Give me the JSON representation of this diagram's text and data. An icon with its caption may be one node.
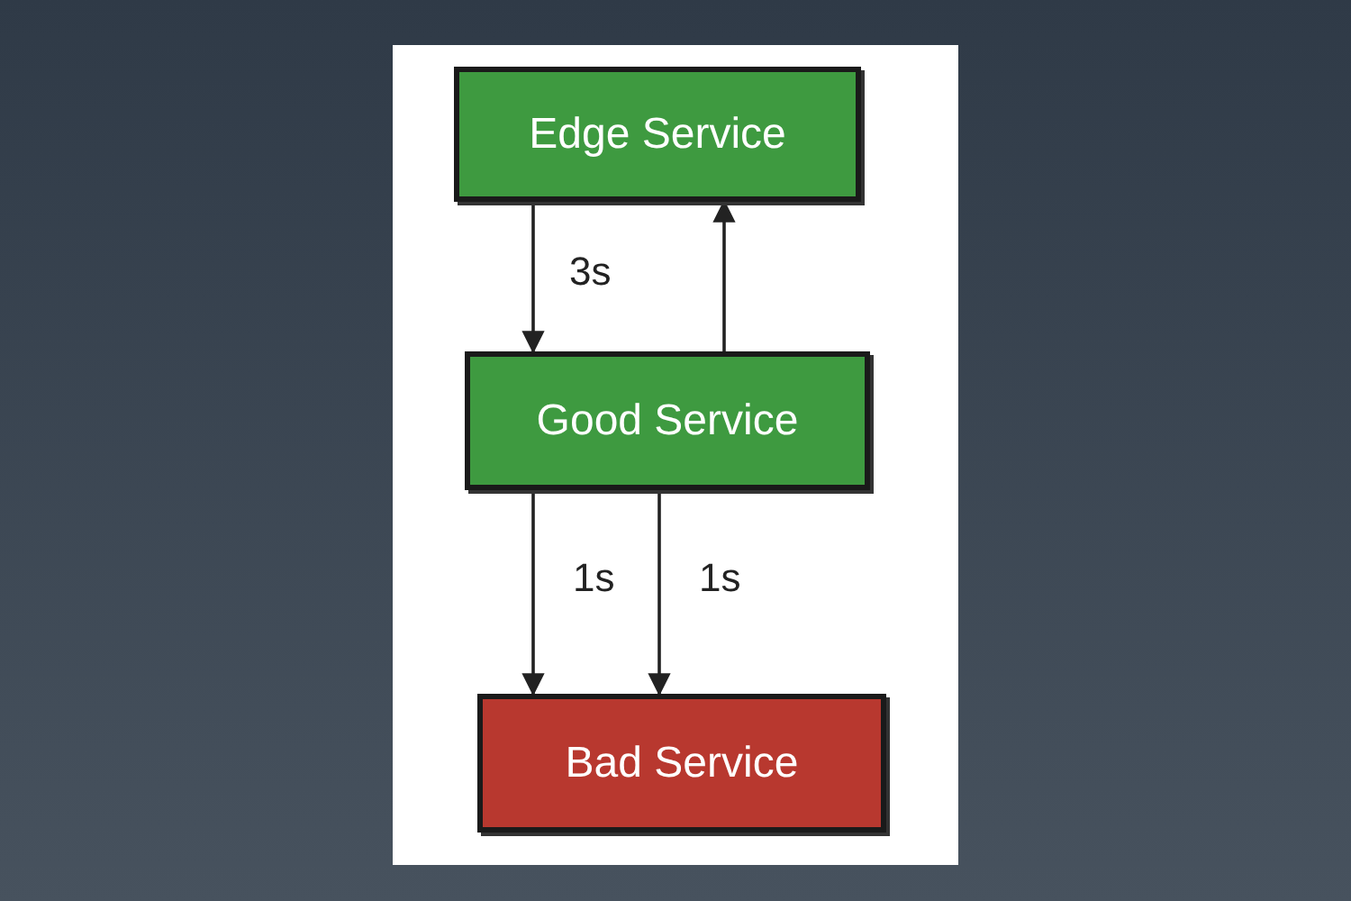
{
  "diagram": {
    "nodes": [
      {
        "text": [
          "Edge Service"
        ]
      },
      {
        "text": [
          "Good Service"
        ]
      },
      {
        "text": [
          "Bad Service"
        ]
      }
    ],
    "edges": [
      {
        "from": 0,
        "to": 1,
        "arrow": "to",
        "label": "3s"
      },
      {
        "from": 1,
        "to": 0,
        "arrow": "to"
      },
      {
        "from": 1,
        "to": 2,
        "arrow": "to",
        "label": "1s"
      },
      {
        "from": 1,
        "to": 2,
        "arrow": "to",
        "label": "1s"
      }
    ]
  }
}
